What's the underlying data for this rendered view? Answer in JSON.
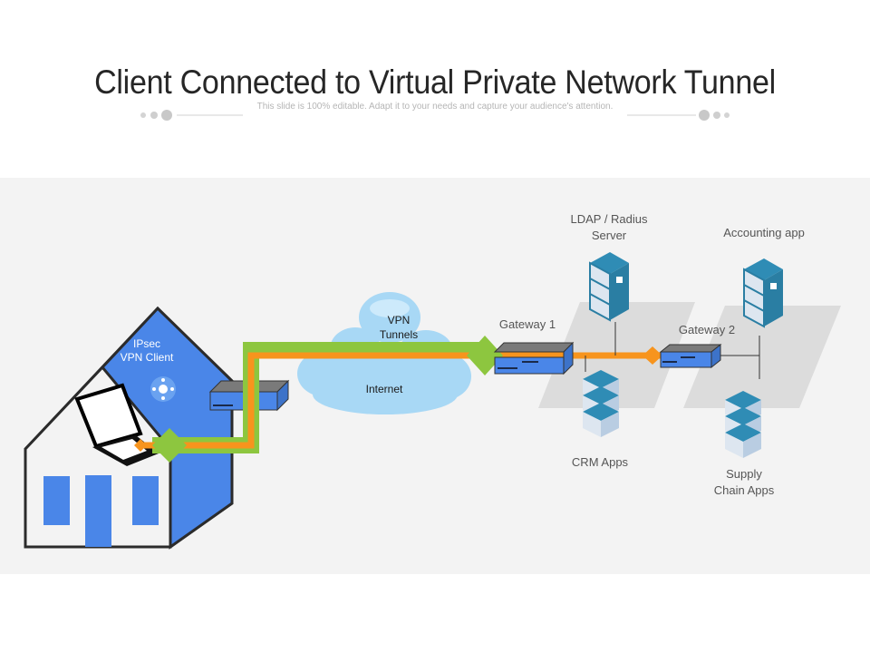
{
  "slide": {
    "title": "Client Connected to Virtual Private Network Tunnel",
    "subtitle": "This slide is 100% editable. Adapt it to your needs and capture your audience's attention."
  },
  "diagram": {
    "client_label": "IPsec\nVPN Client",
    "client_label_line1": "IPsec",
    "client_label_line2": "VPN Client",
    "cloud_top_line1": "VPN",
    "cloud_top_line2": "Tunnels",
    "cloud_bottom": "Internet",
    "gateway1": "Gateway 1",
    "gateway2": "Gateway 2",
    "ldap_line1": "LDAP / Radius",
    "ldap_line2": "Server",
    "accounting": "Accounting app",
    "crm": "CRM Apps",
    "supply_line1": "Supply",
    "supply_line2": "Chain Apps"
  },
  "colors": {
    "house_blue": "#4a86e8",
    "tunnel_green": "#8dc63f",
    "tunnel_orange": "#f7941d",
    "cloud": "#a8d8f5",
    "server_teal": "#2a7ea3",
    "band_bg": "#f3f3f3",
    "platform_gray": "#d9d9d9"
  }
}
